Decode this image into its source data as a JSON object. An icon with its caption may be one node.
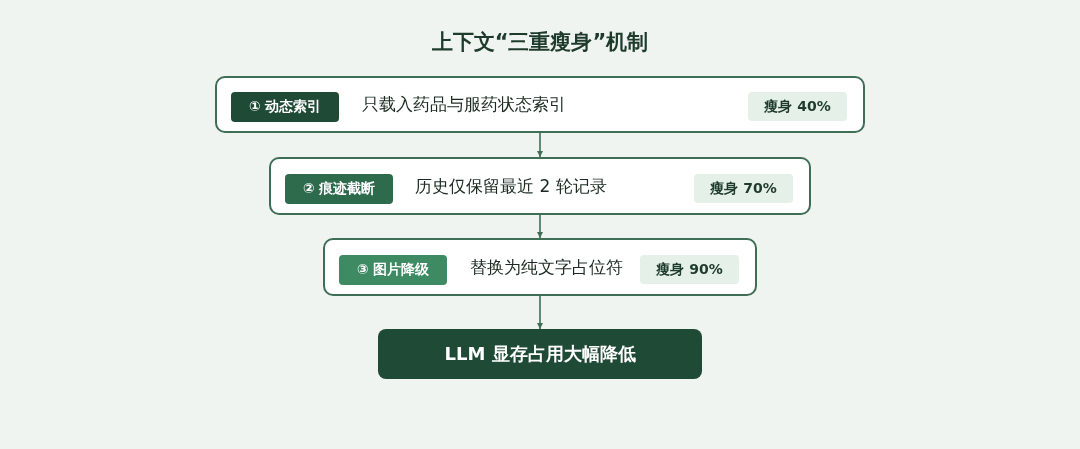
{
  "diagram": {
    "title": "上下文“三重瘦身”机制",
    "nodes": [
      {
        "text": [
          "只载入药品与服药状态索引"
        ]
      },
      {
        "text": [
          "① 动态索引"
        ],
        "in": 0
      },
      {
        "text": [
          "瘦身 40%"
        ],
        "in": 0
      },
      {
        "text": [
          "历史仅保留最近 2 轮记录"
        ]
      },
      {
        "text": [
          "② 痕迹截断"
        ],
        "in": 3
      },
      {
        "text": [
          "瘦身 70%"
        ],
        "in": 3
      },
      {
        "text": [
          "替换为纯文字占位符"
        ]
      },
      {
        "text": [
          "③ 图片降级"
        ],
        "in": 6
      },
      {
        "text": [
          "瘦身 90%"
        ],
        "in": 6
      },
      {
        "text": [
          "LLM 显存占用大幅降低"
        ]
      }
    ],
    "edges": [
      {
        "from": 0,
        "to": 3,
        "arrow": "to"
      },
      {
        "from": 3,
        "to": 6,
        "arrow": "to"
      },
      {
        "from": 6,
        "to": 9,
        "arrow": "to"
      }
    ]
  }
}
